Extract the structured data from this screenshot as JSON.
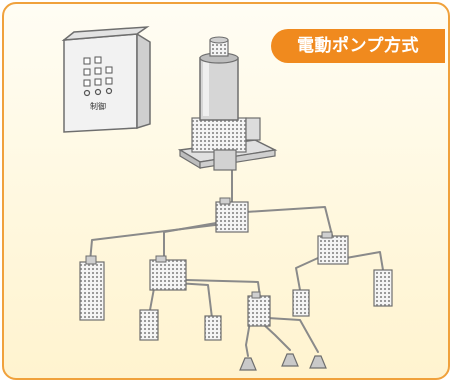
{
  "badge": {
    "label": "電動ポンプ方式"
  },
  "control_box": {
    "label": "制御"
  },
  "colors": {
    "frame": "#f0a13c",
    "badge": "#f08a1e",
    "background": "#fff8df",
    "line": "#8a8a8a"
  },
  "components": [
    "control-box",
    "electric-pump",
    "main-distributor",
    "sub-distributors",
    "divider-valves",
    "lubrication-points"
  ]
}
